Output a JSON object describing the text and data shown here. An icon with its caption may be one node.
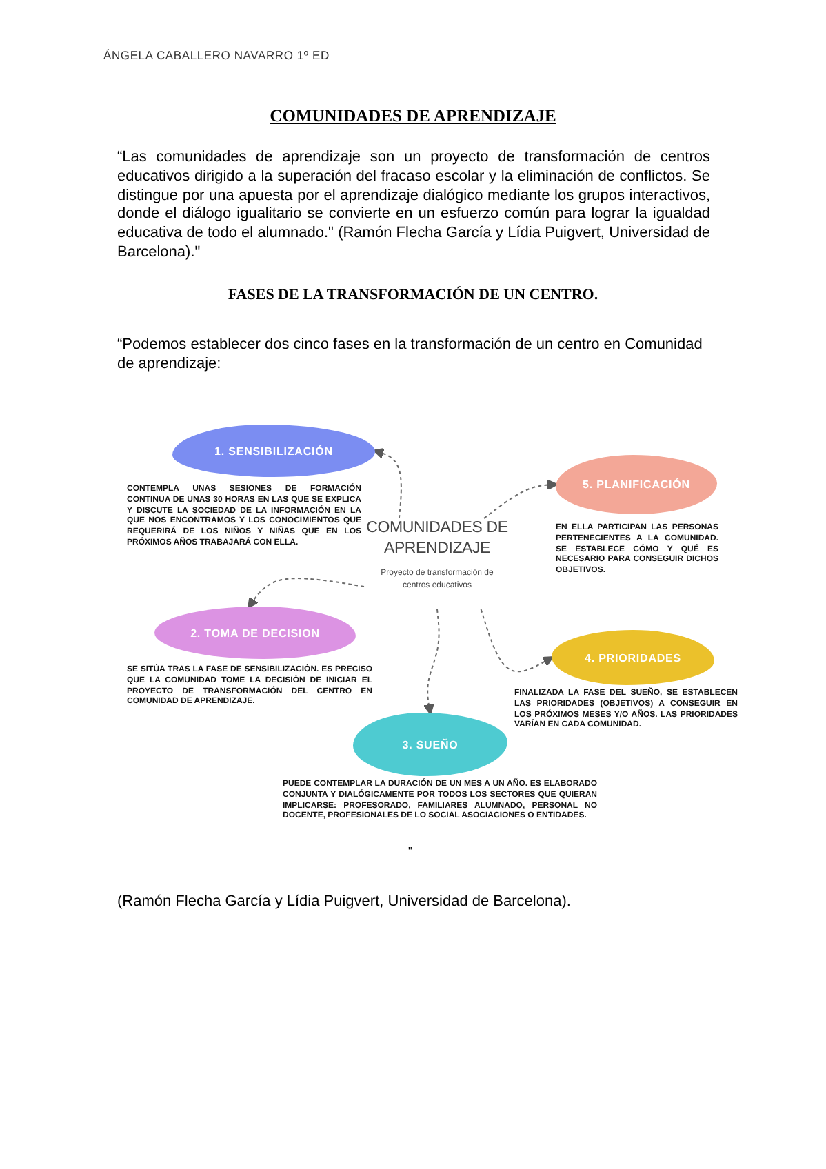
{
  "diagram": {
    "title": "COMUNIDADES DE APRENDIZAJE",
    "nodes": [
      {
        "text": [
          "COMUNIDADES DE APRENDIZAJE",
          "Proyecto de transformación de centros educativos"
        ]
      },
      {
        "text": [
          "1. SENSIBILIZACIÓN"
        ],
        "beside": [
          "CONTEMPLA UNAS SESIONES DE FORMACIÓN CONTINUA DE UNAS 30 HORAS EN LAS QUE SE EXPLICA Y DISCUTE LA SOCIEDAD DE LA INFORMACIÓN EN LA QUE NOS ENCONTRAMOS Y LOS CONOCIMIENTOS QUE REQUERIRÁ DE LOS NIÑOS Y NIÑAS QUE EN LOS PRÓXIMOS AÑOS TRABAJARÁ CON ELLA."
        ]
      },
      {
        "text": [
          "2. TOMA DE DECISION"
        ],
        "beside": [
          "SE SITÚA TRAS LA FASE DE SENSIBILIZACIÓN. ES PRECISO QUE LA COMUNIDAD TOME LA DECISIÓN DE INICIAR EL PROYECTO DE TRANSFORMACIÓN DEL CENTRO EN COMUNIDAD DE APRENDIZAJE."
        ]
      },
      {
        "text": [
          "3. SUEÑO"
        ],
        "beside": [
          "PUEDE CONTEMPLAR LA DURACIÓN DE UN MES A UN AÑO. ES ELABORADO CONJUNTA Y DIALÓGICAMENTE POR TODOS LOS SECTORES QUE QUIERAN IMPLICARSE: PROFESORADO, FAMILIARES ALUMNADO, PERSONAL NO DOCENTE, PROFESIONALES DE LO SOCIAL ASOCIACIONES O ENTIDADES."
        ]
      },
      {
        "text": [
          "4. PRIORIDADES"
        ],
        "beside": [
          "FINALIZADA LA FASE DEL SUEÑO, SE ESTABLECEN LAS PRIORIDADES (OBJETIVOS) A CONSEGUIR EN LOS PRÓXIMOS MESES Y/O AÑOS. LAS PRIORIDADES VARÍAN EN CADA COMUNIDAD."
        ]
      },
      {
        "text": [
          "5. PLANIFICACIÓN"
        ],
        "beside": [
          "EN ELLA PARTICIPAN LAS PERSONAS PERTENECIENTES A LA COMUNIDAD. SE ESTABLECE CÓMO Y QUÉ ES NECESARIO PARA CONSEGUIR DICHOS OBJETIVOS."
        ]
      }
    ],
    "edges": [
      {
        "from": 0,
        "to": 1,
        "arrow": "to",
        "style": "dashed"
      },
      {
        "from": 0,
        "to": 2,
        "arrow": "to",
        "style": "dashed"
      },
      {
        "from": 0,
        "to": 3,
        "arrow": "to",
        "style": "dashed"
      },
      {
        "from": 0,
        "to": 4,
        "arrow": "to",
        "style": "dashed"
      },
      {
        "from": 0,
        "to": 5,
        "arrow": "to",
        "style": "dashed"
      }
    ],
    "labels": [
      "ÁNGELA CABALLERO NAVARRO 1º ED",
      "“Las comunidades de aprendizaje son un proyecto de transformación de centros educativos dirigido a la superación del fracaso escolar y la eliminación de conflictos. Se distingue por una apuesta por el aprendizaje dialógico mediante los grupos interactivos, donde el diálogo igualitario se convierte en un esfuerzo común para lograr la igualdad educativa de todo el alumnado.\" (Ramón Flecha García y Lídia Puigvert, Universidad de Barcelona).\"",
      "FASES DE LA TRANSFORMACIÓN DE UN CENTRO.",
      "“Podemos establecer dos cinco fases en la transformación de un centro en Comunidad de aprendizaje:",
      "\"",
      "(Ramón Flecha García y Lídia Puigvert, Universidad de Barcelona)."
    ]
  }
}
